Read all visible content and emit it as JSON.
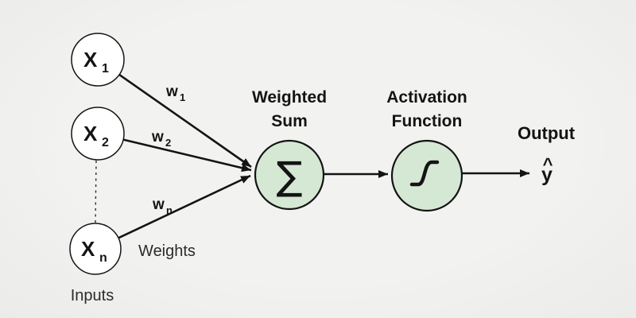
{
  "colors": {
    "background": "#f2f2f0",
    "node_green_fill": "#d5e8d4",
    "node_white_fill": "#ffffff",
    "line": "#141414",
    "text": "#141414",
    "text_secondary": "#2b2b2b"
  },
  "nodes": {
    "inputs": [
      {
        "base": "X",
        "sub": "1"
      },
      {
        "base": "X",
        "sub": "2"
      },
      {
        "base": "X",
        "sub": "n"
      }
    ],
    "weighted_sum": {
      "symbol": "∑",
      "label_line1": "Weighted",
      "label_line2": "Sum"
    },
    "activation": {
      "icon": "sigmoid-curve",
      "label_line1": "Activation",
      "label_line2": "Function"
    }
  },
  "weights": [
    {
      "base": "w",
      "sub": "1"
    },
    {
      "base": "w",
      "sub": "2"
    },
    {
      "base": "w",
      "sub": "n"
    }
  ],
  "group_labels": {
    "inputs": "Inputs",
    "weights": "Weights"
  },
  "output": {
    "label": "Output",
    "hat": "^",
    "value": "y"
  }
}
